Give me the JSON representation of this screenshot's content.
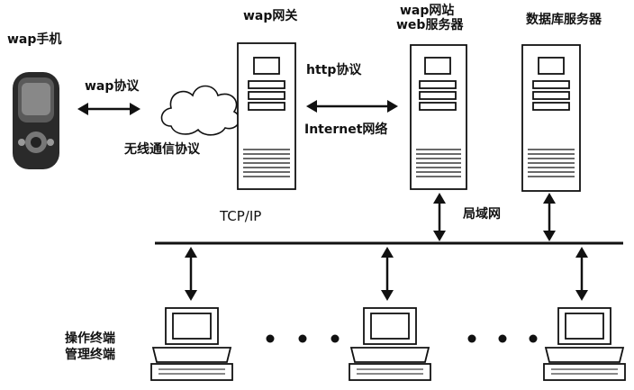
{
  "diagram": {
    "labels": {
      "phone": "wap手机",
      "wap_protocol": "wap协议",
      "wireless_protocol": "无线通信协议",
      "gateway": "wap网关",
      "http_protocol": "http协议",
      "internet": "Internet网络",
      "web_server_line1": "wap网站",
      "web_server_line2": "web服务器",
      "db_server": "数据库服务器",
      "tcpip": "TCP/IP",
      "lan": "局域网",
      "terminals_line1": "操作终端",
      "terminals_line2": "管理终端"
    },
    "terminal_count_shown": 3,
    "ellipsis_groups": 2
  }
}
